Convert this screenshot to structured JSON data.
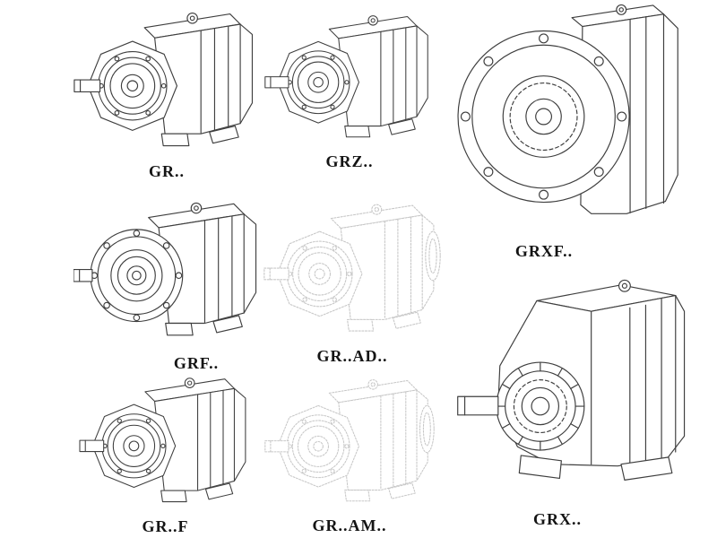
{
  "colors": {
    "background": "#ffffff",
    "line": "#3f3f3f",
    "ghost_line": "#c7c7c7",
    "label_text": "#141414"
  },
  "figures": [
    {
      "label": "GR..",
      "drawing": "gear-unit-foot-mounted-icon"
    },
    {
      "label": "GRZ..",
      "drawing": "gear-unit-foot-mounted-icon"
    },
    {
      "label": "GRXF..",
      "drawing": "gear-unit-large-flange-icon"
    },
    {
      "label": "GRF..",
      "drawing": "gear-unit-flange-mounted-icon"
    },
    {
      "label": "GR..AD..",
      "drawing": "gear-unit-input-adapter-ghost-icon"
    },
    {
      "label": "GR..F",
      "drawing": "gear-unit-foot-mounted-icon"
    },
    {
      "label": "GR..AM..",
      "drawing": "gear-unit-input-adapter-ghost-icon"
    },
    {
      "label": "GRX..",
      "drawing": "gear-unit-large-foot-mounted-icon"
    }
  ]
}
